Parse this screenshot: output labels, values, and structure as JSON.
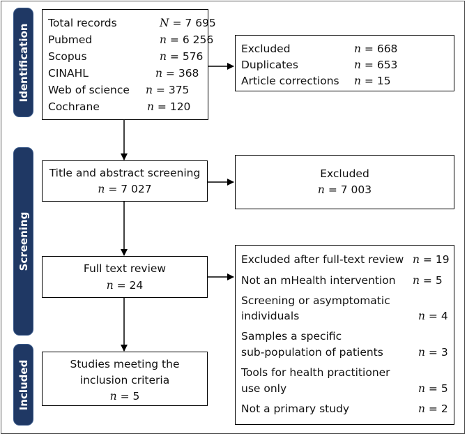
{
  "stages": {
    "identification": "Identification",
    "screening": "Screening",
    "included": "Included"
  },
  "identification": {
    "total_label": "Total records",
    "total_n": "N",
    "total_value": "= 7 695",
    "sources": [
      {
        "label": "Pubmed",
        "value": "= 6 256"
      },
      {
        "label": "Scopus",
        "value": "= 576"
      },
      {
        "label": "CINAHL",
        "value": "= 368"
      },
      {
        "label": "Web of science",
        "value": "= 375"
      },
      {
        "label": "Cochrane",
        "value": "= 120"
      }
    ]
  },
  "excluded_1": {
    "rows": [
      {
        "label": "Excluded",
        "value": "= 668"
      },
      {
        "label": "Duplicates",
        "value": "= 653"
      },
      {
        "label": "Article corrections",
        "value": "= 15"
      }
    ]
  },
  "screening": {
    "title": "Title and abstract screening",
    "value": "= 7 027"
  },
  "excluded_2": {
    "title": "Excluded",
    "value": "= 7 003"
  },
  "fulltext": {
    "title": "Full text review",
    "value": "= 24"
  },
  "excluded_3": {
    "header": {
      "label": "Excluded after full-text review",
      "value": "= 19"
    },
    "items": [
      {
        "line1": "Not an mHealth intervention",
        "line2": "",
        "value": "= 5"
      },
      {
        "line1": "Screening or asymptomatic",
        "line2": "individuals",
        "value": "= 4"
      },
      {
        "line1": "Samples a specific",
        "line2": "sub-population of patients",
        "value": "= 3"
      },
      {
        "line1": "Tools for health practitioner",
        "line2": "use only",
        "value": "= 5"
      },
      {
        "line1": "Not a primary study",
        "line2": "",
        "value": "= 2"
      }
    ]
  },
  "included": {
    "line1": "Studies meeting the",
    "line2": "inclusion criteria",
    "value": "= 5"
  },
  "n_symbol": "n"
}
